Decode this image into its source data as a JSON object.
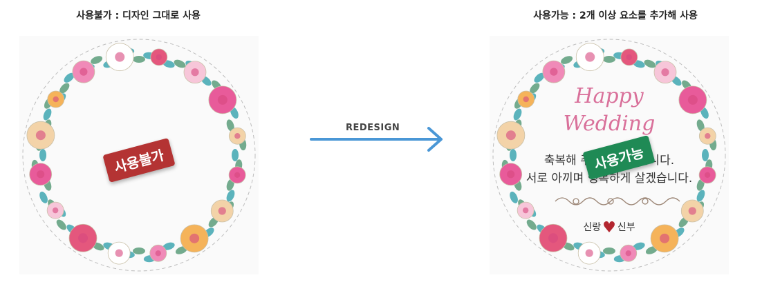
{
  "headings": {
    "left": "사용불가 : 디자인 그대로 사용",
    "right": "사용가능 : 2개 이상 요소를 추가해 사용"
  },
  "stamps": {
    "left": "사용불가",
    "right": "사용가능"
  },
  "arrow_label": "REDESIGN",
  "invitation": {
    "title_line1": "Happy",
    "title_line2": "Wedding",
    "message_line1": "축복해 주셔서 감사합니다.",
    "message_line2": "서로 아끼며 행복하게 살겠습니다.",
    "groom": "신랑",
    "bride": "신부"
  },
  "colors": {
    "arrow": "#4a97d6",
    "stamp_unusable": "#b43333",
    "stamp_usable": "#1f8a55",
    "title_pink": "#d9709a",
    "heart": "#b3262f"
  }
}
